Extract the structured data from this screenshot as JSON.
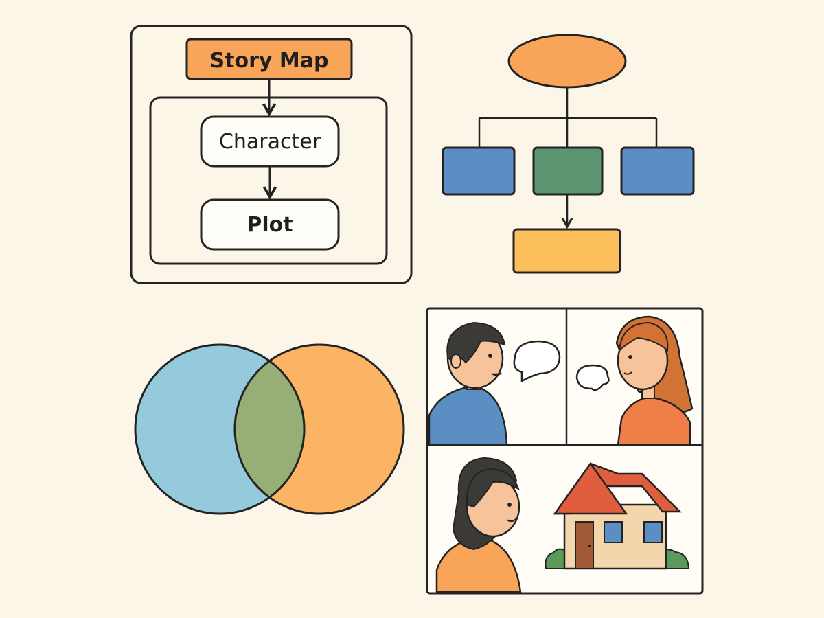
{
  "story_map": {
    "title": "Story Map",
    "nodes": [
      "Character",
      "Plot"
    ]
  },
  "hierarchy": {
    "root": "",
    "children": [
      "",
      "",
      ""
    ],
    "leaf": ""
  },
  "venn": {
    "sets": [
      "",
      ""
    ],
    "overlap": ""
  },
  "comic": {
    "panels": [
      "boy-speaking",
      "girl-speaking",
      "person-and-house"
    ]
  },
  "colors": {
    "background": "#fcf6e8",
    "orange": "#f8a55a",
    "blue": "#5b8fc4",
    "green": "#5c9470",
    "yellow": "#fcbf5b",
    "venn_left": "#94cadb",
    "venn_right": "#fab463",
    "venn_overlap": "#97ae76",
    "outline": "#232323"
  }
}
